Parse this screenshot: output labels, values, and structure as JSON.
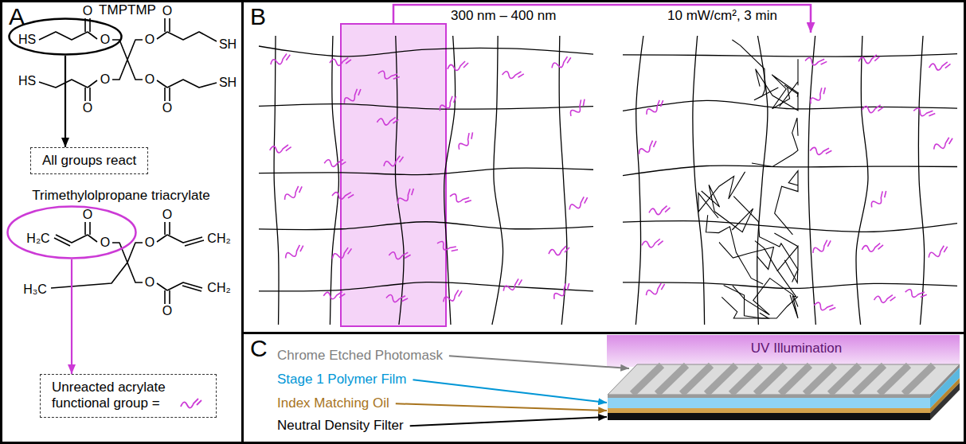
{
  "diagram": {
    "nodes": [
      {
        "text": [
          "A"
        ]
      },
      {
        "text": [
          "HS",
          "O"
        ],
        "in": 0
      },
      {
        "text": [
          "All groups react"
        ],
        "in": 0
      },
      {
        "text": [
          "H₂C",
          "O",
          "O"
        ],
        "in": 0
      },
      {
        "text": [
          "Unreacted acrylate functional group ="
        ],
        "in": 0
      },
      {
        "text": [
          "B"
        ]
      },
      {
        "text": [
          "C"
        ]
      }
    ],
    "edges": [
      {
        "from": 1,
        "to": 2,
        "arrow": "to"
      },
      {
        "from": 3,
        "to": 4,
        "arrow": "to"
      }
    ],
    "labels": [
      "TMPTMP",
      "O",
      "O",
      "O",
      "SH",
      "O",
      "O",
      "HS",
      "O",
      "O",
      "SH",
      "Trimethylolpropane triacrylate",
      "O",
      "O",
      "CH₂",
      "H₃C",
      "O",
      "O",
      "CH₂",
      "300 nm – 400 nm",
      "10 mW/cm², 3 min",
      "UV Illumination",
      "Chrome Etched Photomask",
      "Stage 1 Polymer Film",
      "Index Matching Oil",
      "Neutral Density Filter"
    ]
  }
}
